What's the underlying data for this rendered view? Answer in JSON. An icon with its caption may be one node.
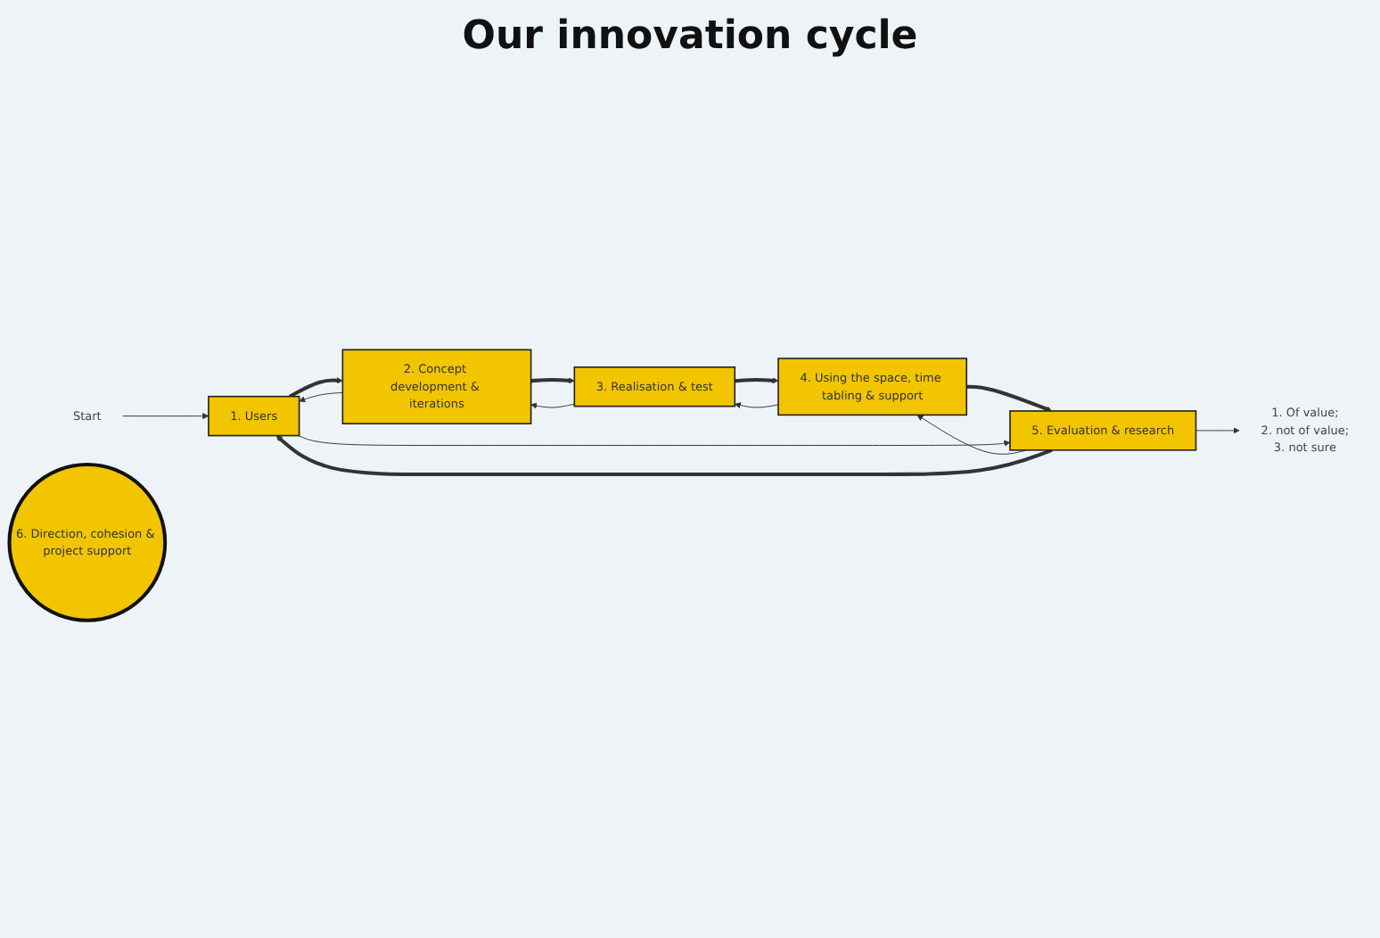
{
  "diagram": {
    "title": "Our innovation cycle",
    "nodes": [
      {
        "text": [
          "Start"
        ]
      },
      {
        "text": [
          "1. Users"
        ]
      },
      {
        "text": [
          "2. Concept development & iterations"
        ]
      },
      {
        "text": [
          "3. Realisation & test"
        ]
      },
      {
        "text": [
          "4. Using the space, time tabling & support"
        ]
      },
      {
        "text": [
          "5. Evaluation & research"
        ]
      },
      {
        "text": [
          "6. Direction, cohesion & project support"
        ]
      },
      {
        "text": [
          "1. Of value;",
          "2. not of value;",
          "3. not sure"
        ]
      }
    ],
    "edges": [
      {
        "from": 0,
        "to": 1,
        "arrow": "to"
      },
      {
        "from": 1,
        "to": 2,
        "arrow": "to",
        "style": "thick"
      },
      {
        "from": 2,
        "to": 1,
        "arrow": "to"
      },
      {
        "from": 2,
        "to": 3,
        "arrow": "to",
        "style": "thick"
      },
      {
        "from": 3,
        "to": 2,
        "arrow": "to"
      },
      {
        "from": 3,
        "to": 4,
        "arrow": "to",
        "style": "thick"
      },
      {
        "from": 4,
        "to": 3,
        "arrow": "to"
      },
      {
        "from": 4,
        "to": 5,
        "arrow": "to",
        "style": "thick"
      },
      {
        "from": 5,
        "to": 4,
        "arrow": "to"
      },
      {
        "from": 1,
        "to": 5,
        "arrow": "to"
      },
      {
        "from": 5,
        "to": 1,
        "arrow": "to",
        "style": "thick"
      },
      {
        "from": 5,
        "to": 7,
        "arrow": "to"
      }
    ]
  }
}
